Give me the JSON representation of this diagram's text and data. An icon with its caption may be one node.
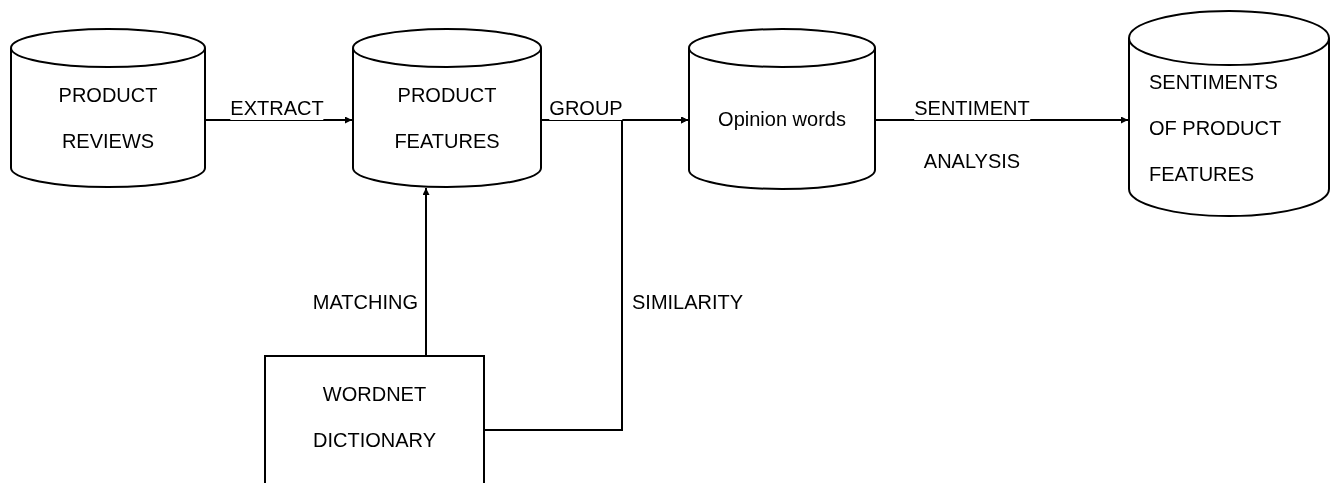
{
  "diagram": {
    "nodes": [
      {
        "text": [
          "PRODUCT REVIEWS"
        ]
      },
      {
        "text": [
          "PRODUCT FEATURES"
        ]
      },
      {
        "text": [
          "Opinion words"
        ]
      },
      {
        "text": [
          "SENTIMENTS OF PRODUCT FEATURES"
        ]
      },
      {
        "text": [
          "WORDNET DICTIONARY"
        ]
      }
    ],
    "edges": [
      {
        "from": 0,
        "to": 1,
        "arrow": "to",
        "label": "EXTRACT"
      },
      {
        "from": 1,
        "to": 2,
        "arrow": "to",
        "label": "GROUP"
      },
      {
        "from": 2,
        "to": 3,
        "arrow": "to",
        "label": "SENTIMENT"
      },
      {
        "from": 4,
        "to": 1,
        "arrow": "to",
        "label": "MATCHING"
      },
      {
        "from": 4,
        "to": 2,
        "arrow": "to",
        "label": "SIMILARITY"
      }
    ],
    "labels": [
      "ANALYSIS"
    ]
  }
}
